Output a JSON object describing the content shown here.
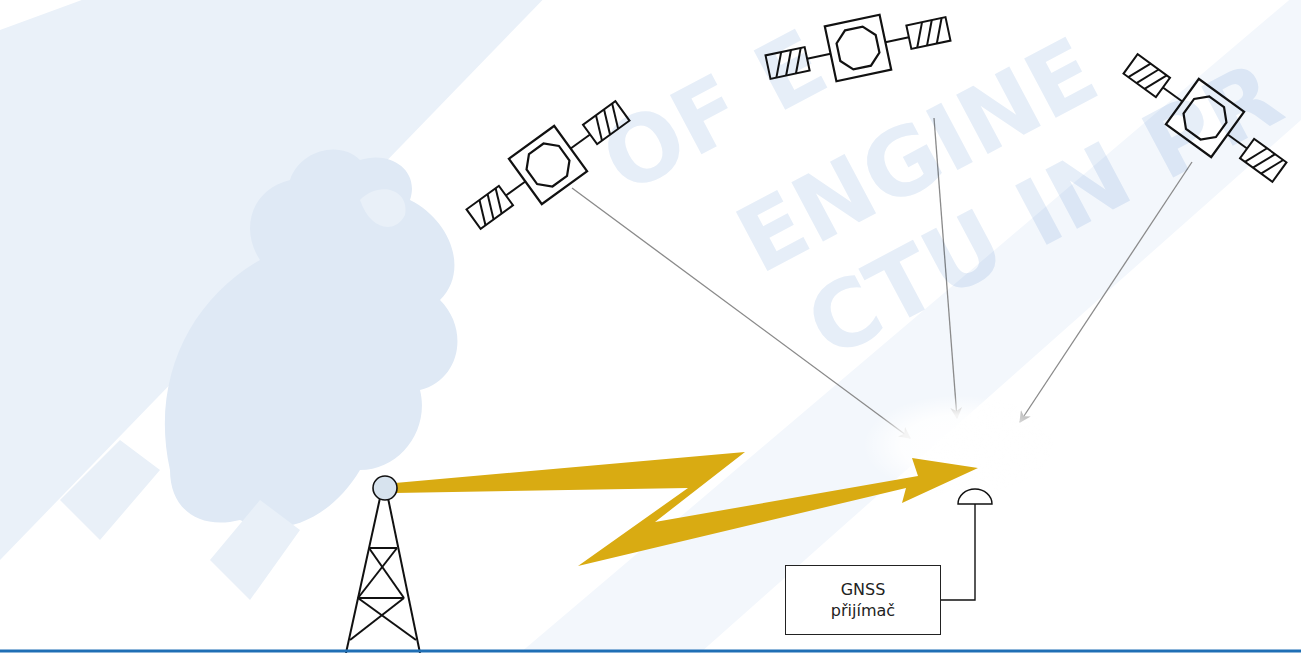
{
  "diagram": {
    "nodes": [
      {
        "text": [
          "GNSS přijímač"
        ]
      }
    ],
    "labels": [
      "OF E",
      "ENGINE",
      "CTU IN PR"
    ]
  }
}
